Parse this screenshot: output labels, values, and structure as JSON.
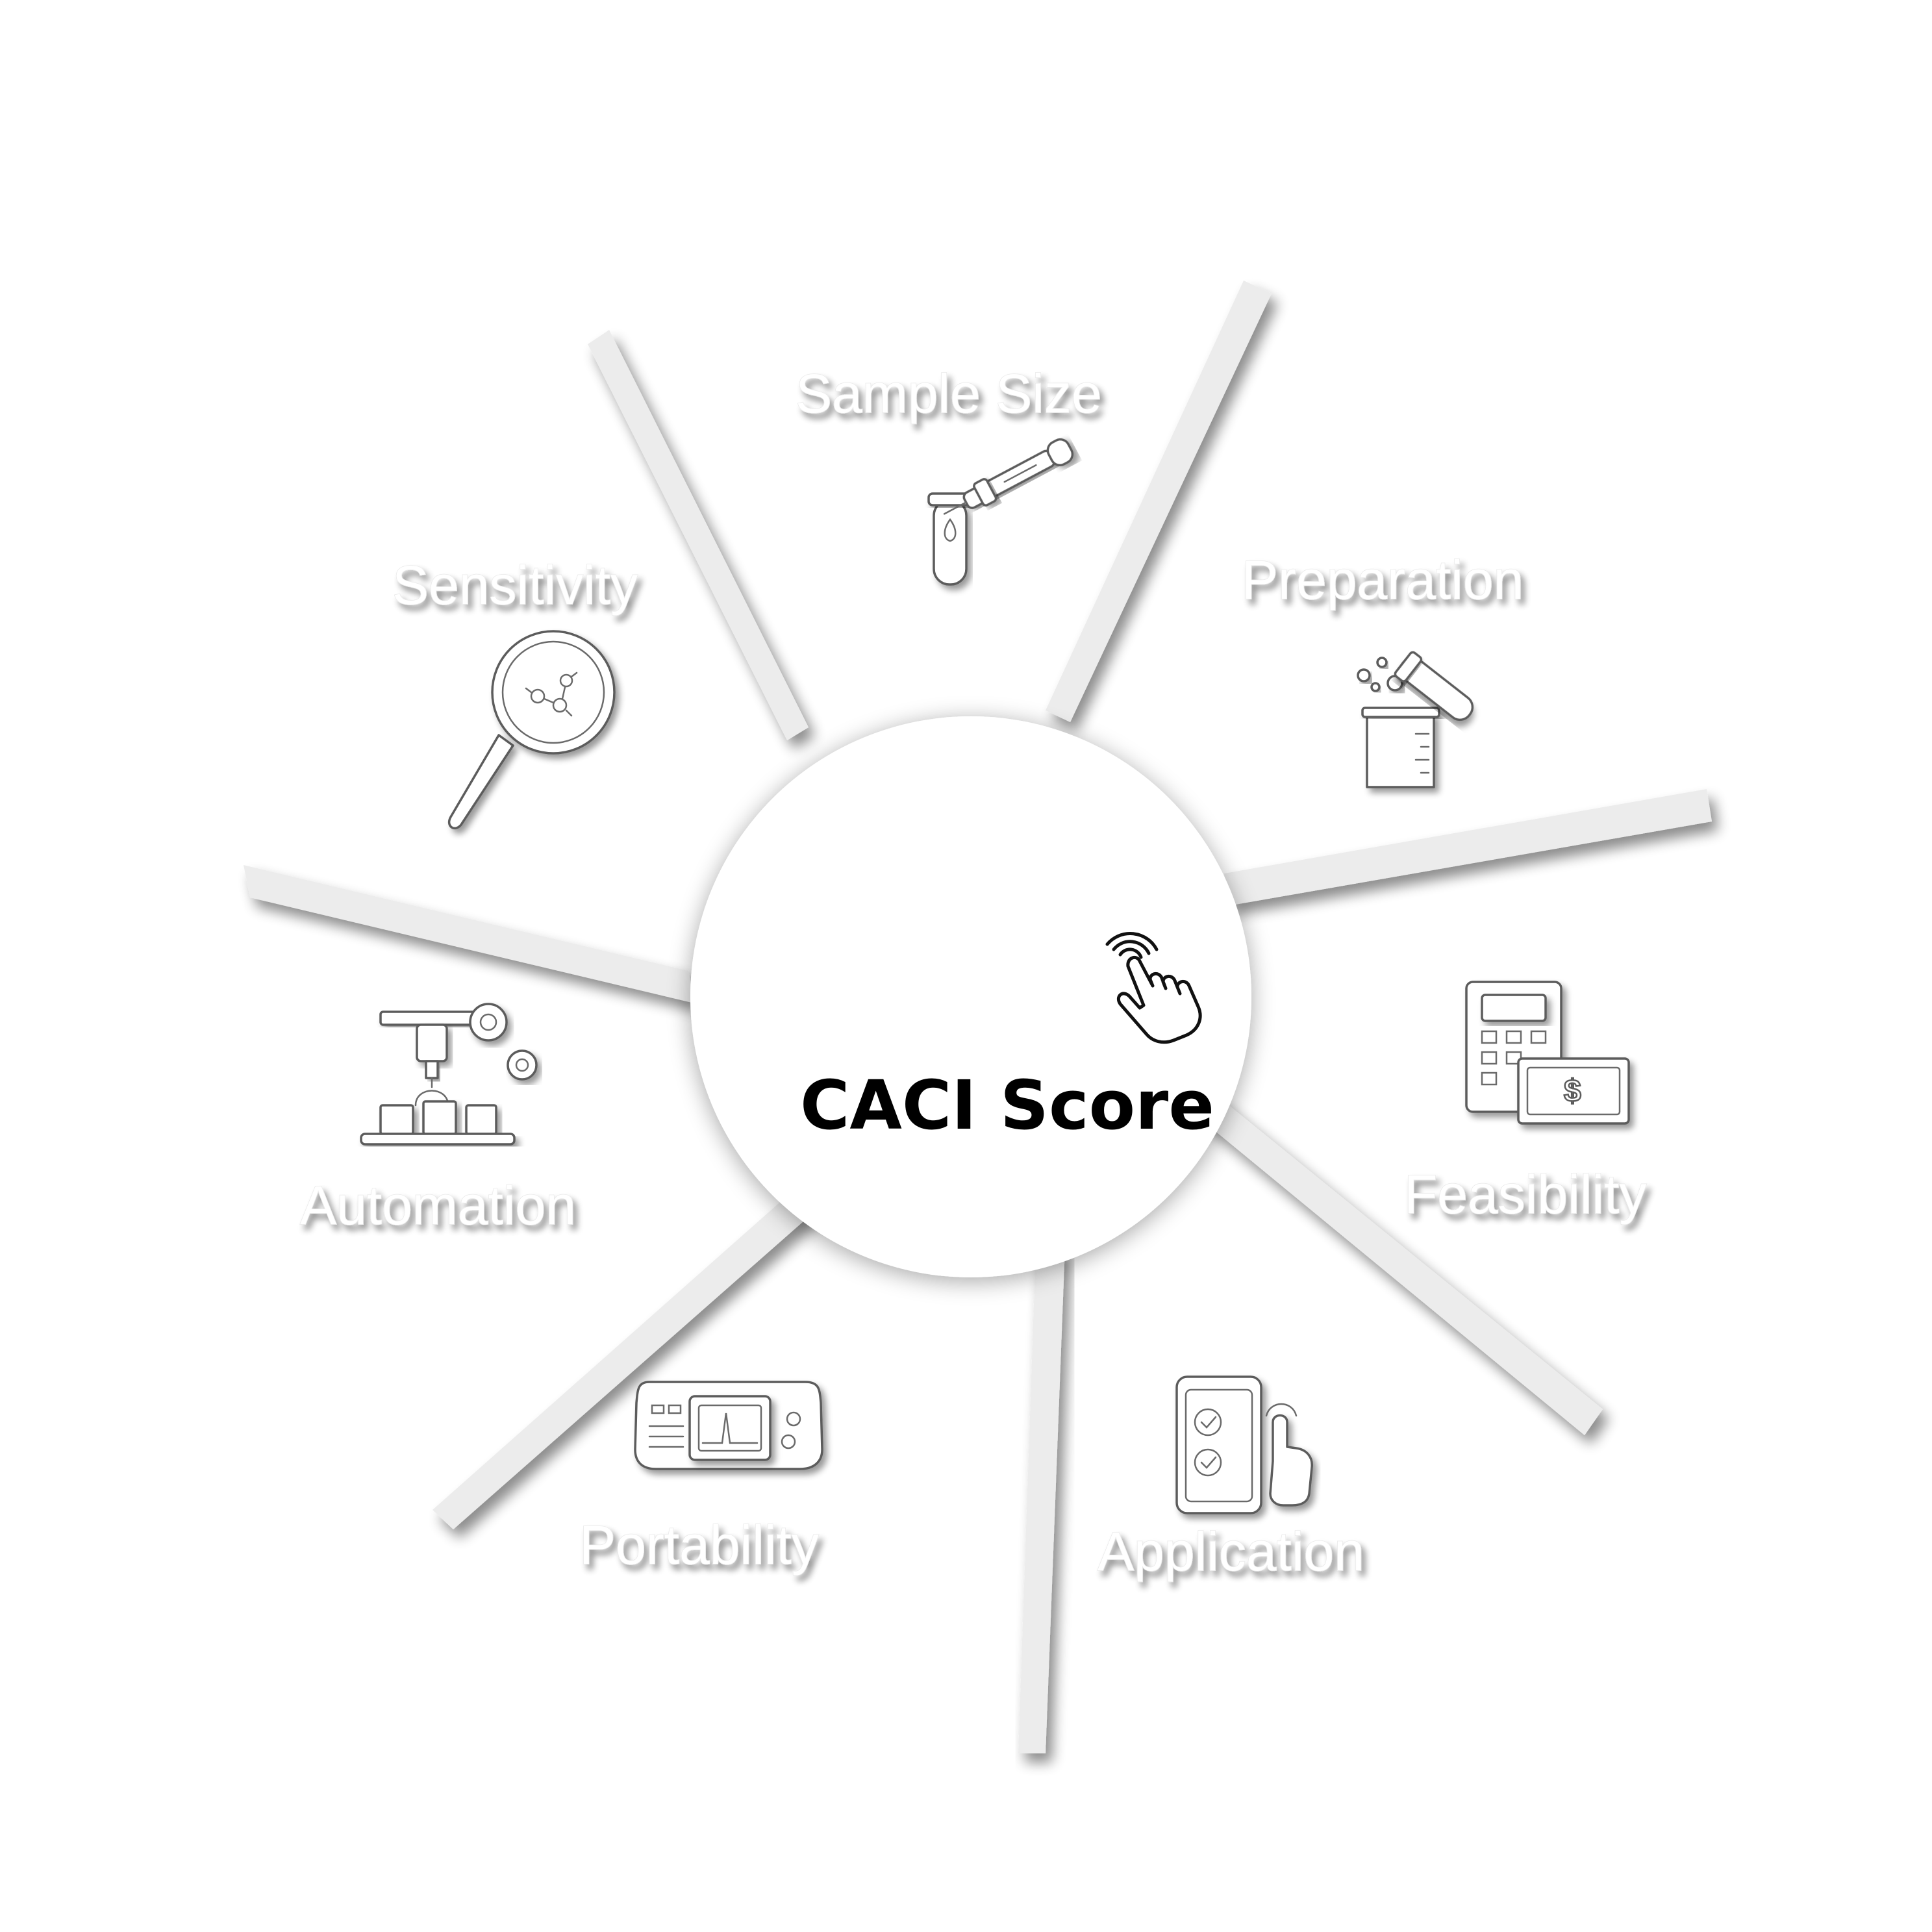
{
  "center": {
    "title": "CACI Score",
    "icon": "pointer-hand-tap-icon"
  },
  "segments": [
    {
      "id": "sample-size",
      "label": "Sample Size",
      "icon": "test-tube-dropper-icon"
    },
    {
      "id": "preparation",
      "label": "Preparation",
      "icon": "beaker-test-tube-icon"
    },
    {
      "id": "feasibility",
      "label": "Feasibility",
      "icon": "calculator-money-icon"
    },
    {
      "id": "application",
      "label": "Application",
      "icon": "smartphone-checklist-icon"
    },
    {
      "id": "portability",
      "label": "Portability",
      "icon": "portable-device-icon"
    },
    {
      "id": "automation",
      "label": "Automation",
      "icon": "robotic-arm-gears-icon"
    },
    {
      "id": "sensitivity",
      "label": "Sensitivity",
      "icon": "magnifier-molecule-icon"
    }
  ]
}
